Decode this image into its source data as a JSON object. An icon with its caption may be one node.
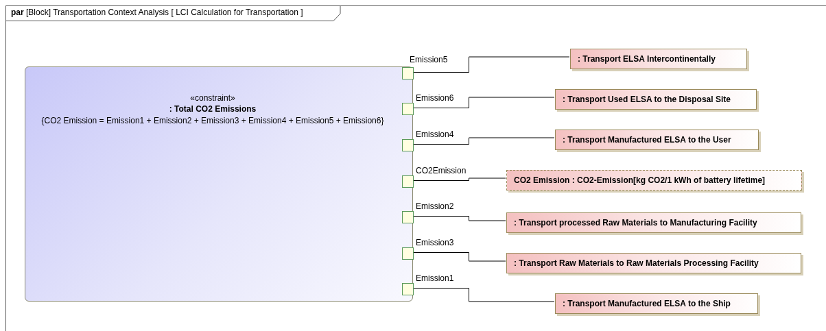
{
  "diagram": {
    "nodes": [
      {
        "text": [
          "**par** [Block] Transportation Context Analysis [ LCI Calculation for Transportation ]"
        ]
      },
      {
        "text": [
          "«constraint»",
          ": Total CO2 Emissions",
          "{CO2 Emission = Emission1 + Emission2 + Emission3 + Emission4 + Emission5 + Emission6}"
        ],
        "in": 0
      },
      {
        "text": [],
        "shape": "box",
        "in": 1,
        "beside": [
          "Emission5"
        ]
      },
      {
        "text": [],
        "shape": "box",
        "in": 1,
        "beside": [
          "Emission6"
        ]
      },
      {
        "text": [],
        "shape": "box",
        "in": 1,
        "beside": [
          "Emission4"
        ]
      },
      {
        "text": [],
        "shape": "box",
        "in": 1,
        "beside": [
          "CO2Emission"
        ]
      },
      {
        "text": [],
        "shape": "box",
        "in": 1,
        "beside": [
          "Emission2"
        ]
      },
      {
        "text": [],
        "shape": "box",
        "in": 1,
        "beside": [
          "Emission3"
        ]
      },
      {
        "text": [],
        "shape": "box",
        "in": 1,
        "beside": [
          "Emission1"
        ]
      },
      {
        "text": [
          ": Transport ELSA Intercontinentally"
        ],
        "in": 0
      },
      {
        "text": [
          ": Transport Used ELSA to the Disposal Site"
        ],
        "in": 0
      },
      {
        "text": [
          ": Transport Manufactured ELSA to the User"
        ],
        "in": 0
      },
      {
        "text": [
          "CO2 Emission : CO2-Emission[kg CO2/1 kWh of battery lifetime]"
        ],
        "in": 0
      },
      {
        "text": [
          ": Transport processed Raw Materials to Manufacturing Facility"
        ],
        "in": 0
      },
      {
        "text": [
          ": Transport Raw Materials to Raw Materials Processing Facility"
        ],
        "in": 0
      },
      {
        "text": [
          ": Transport Manufactured ELSA to the Ship"
        ],
        "in": 0
      }
    ],
    "edges": [
      {
        "from": 2,
        "to": 9,
        "arrow": "none"
      },
      {
        "from": 3,
        "to": 10,
        "arrow": "none"
      },
      {
        "from": 4,
        "to": 11,
        "arrow": "none"
      },
      {
        "from": 5,
        "to": 12,
        "arrow": "none"
      },
      {
        "from": 6,
        "to": 13,
        "arrow": "none"
      },
      {
        "from": 7,
        "to": 14,
        "arrow": "none"
      },
      {
        "from": 8,
        "to": 15,
        "arrow": "none"
      }
    ]
  }
}
